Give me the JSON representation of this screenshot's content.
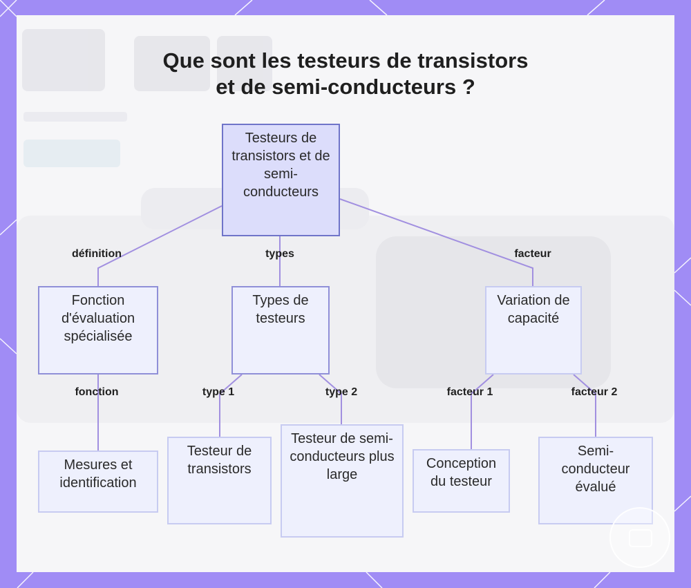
{
  "title": {
    "line1": "Que sont les testeurs de transistors",
    "line2": "et de semi-conducteurs ?"
  },
  "nodes": {
    "root": "Testeurs de transistors et de semi-conducteurs",
    "fonction": "Fonction d'évaluation spécialisée",
    "types": "Types de testeurs",
    "variation": "Variation de capacité",
    "mesures": "Mesures et identification",
    "testeur_transistors": "Testeur de transistors",
    "testeur_semi": "Testeur de semi-conducteurs plus large",
    "conception": "Conception du testeur",
    "semi_evalue": "Semi-conducteur évalué"
  },
  "edges": {
    "definition": "définition",
    "types": "types",
    "facteur": "facteur",
    "fonction": "fonction",
    "type1": "type 1",
    "type2": "type 2",
    "facteur1": "facteur 1",
    "facteur2": "facteur 2"
  },
  "colors": {
    "frame": "#a08cf5",
    "panel": "#f6f6f8",
    "node_fill": "#eef0fd",
    "root_fill": "#dcddfb",
    "node_border": "#8f8fd8",
    "connector": "#a18fe0"
  },
  "icons": {
    "logo": "watermark-badge-icon"
  }
}
